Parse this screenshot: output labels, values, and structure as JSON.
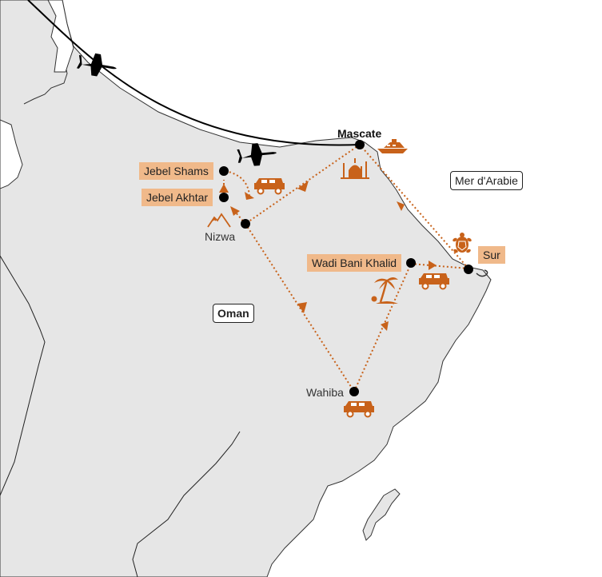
{
  "colors": {
    "land": "#e6e6e6",
    "sea": "#ffffff",
    "border": "#222222",
    "route": "#c8621a",
    "label_fill": "#f0b98a",
    "flight": "#000000"
  },
  "places": {
    "mascate": "Mascate",
    "nizwa": "Nizwa",
    "wahiba": "Wahiba",
    "sur": "Sur",
    "jebel_shams": "Jebel Shams",
    "jebel_akhtar": "Jebel Akhtar",
    "wadi_bani_khalid": "Wadi Bani Khalid"
  },
  "regions": {
    "oman": "Oman",
    "sea": "Mer d'Arabie"
  },
  "icons": [
    "airplane-icon",
    "yacht-icon",
    "mosque-icon",
    "mountain-icon",
    "jeep-icon",
    "palm-tree-icon",
    "turtle-icon"
  ]
}
